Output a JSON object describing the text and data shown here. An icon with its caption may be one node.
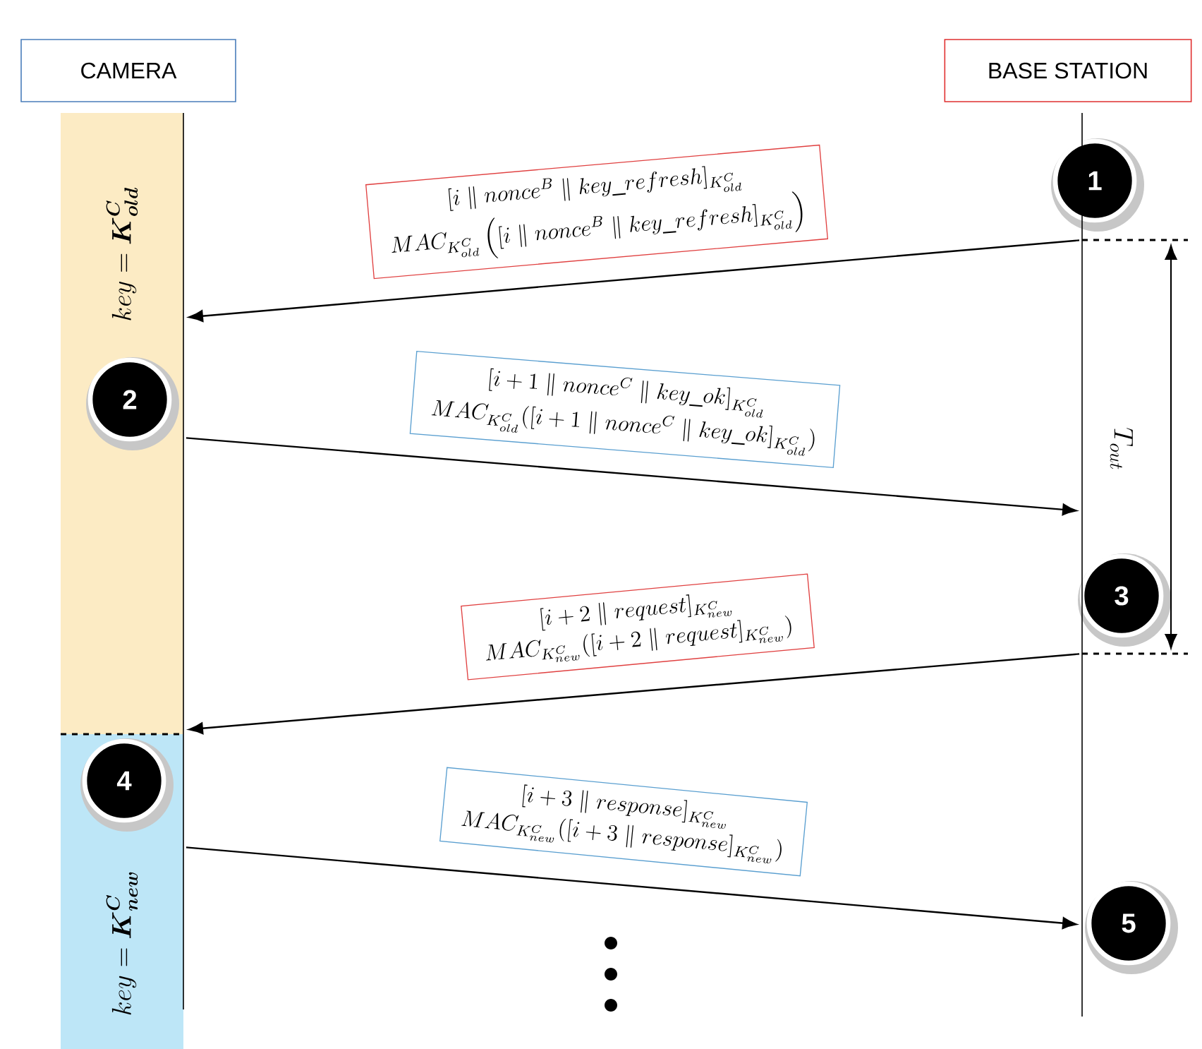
{
  "diagram": {
    "nodes": [
      {
        "text": [
          "CAMERA"
        ]
      },
      {
        "text": [
          "BASE STATION"
        ]
      },
      {
        "text": [
          "key = \\boldsymbol{K}^{\\boldsymbol{C}}_{\\boldsymbol{old}}"
        ]
      },
      {
        "text": [
          "1"
        ]
      },
      {
        "text": [
          "[i \\parallel nonce^{B} \\parallel key\\_refresh]_{K^{C}_{old}}",
          "MAC_{K^{C}_{old}}\\left([i \\parallel nonce^{B} \\parallel key\\_refresh]_{K^{C}_{old}}\\right)"
        ]
      },
      {
        "text": [
          "2"
        ],
        "in": 2
      },
      {
        "text": [
          "[i+1 \\parallel nonce^{C} \\parallel key\\_ok]_{K^{C}_{old}}",
          "MAC_{K^{C}_{old}}([i+1 \\parallel nonce^{C} \\parallel key\\_ok]_{K^{C}_{old}})"
        ]
      },
      {
        "text": [
          "3"
        ]
      },
      {
        "text": [
          "[i+2 \\parallel request]_{K^{C}_{new}}",
          "MAC_{K^{C}_{new}}([i+2 \\parallel request]_{K^{C}_{new}})"
        ]
      },
      {
        "text": [
          "key = \\boldsymbol{K}^{\\boldsymbol{C}}_{\\boldsymbol{new}}"
        ]
      },
      {
        "text": [
          "4"
        ],
        "in": 9
      },
      {
        "text": [
          "[i+3 \\parallel response]_{K^{C}_{new}}",
          "MAC_{K^{C}_{new}}([i+3 \\parallel response]_{K^{C}_{new}})"
        ]
      },
      {
        "text": [
          "5"
        ]
      },
      {
        "text": [],
        "shape": "bar"
      },
      {
        "text": [],
        "shape": "bar"
      }
    ],
    "edges": [
      {
        "from": 14,
        "to": 13,
        "arrow": "to"
      },
      {
        "from": 13,
        "to": 14,
        "arrow": "to"
      },
      {
        "from": 14,
        "to": 13,
        "arrow": "to"
      },
      {
        "from": 13,
        "to": 14,
        "arrow": "to"
      }
    ],
    "labels": [
      "T_{out}"
    ]
  }
}
